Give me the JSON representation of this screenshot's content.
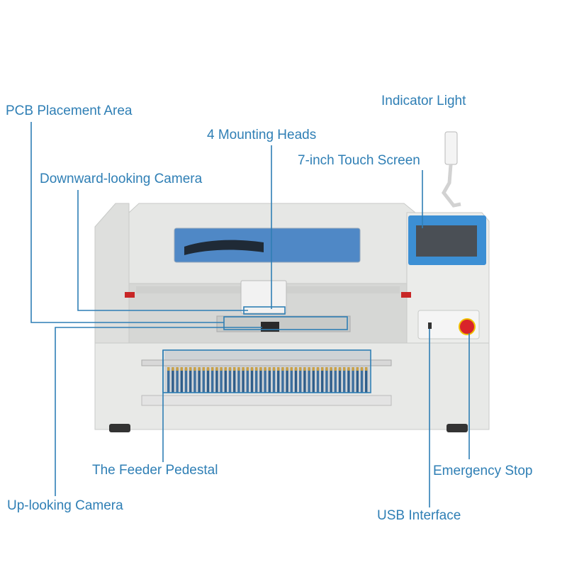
{
  "colors": {
    "label": "#2f7fb5",
    "line": "#2f7fb5",
    "machine_body": "#e4e5e3",
    "machine_shadow": "#c9cbc9",
    "screen_bezel": "#3c8fd4",
    "emergency_stop": "#d9242a"
  },
  "callouts": {
    "pcb_placement_area": "PCB Placement Area",
    "four_mounting_heads": "4 Mounting Heads",
    "downward_camera": "Downward-looking Camera",
    "indicator_light": "Indicator Light",
    "touch_screen": "7-inch Touch Screen",
    "feeder_pedestal": "The Feeder Pedestal",
    "up_looking_camera": "Up-looking Camera",
    "emergency_stop": "Emergency Stop",
    "usb_interface": "USB Interface"
  },
  "icons": [
    "indicator-light-icon",
    "emergency-stop-icon",
    "usb-port-icon"
  ]
}
